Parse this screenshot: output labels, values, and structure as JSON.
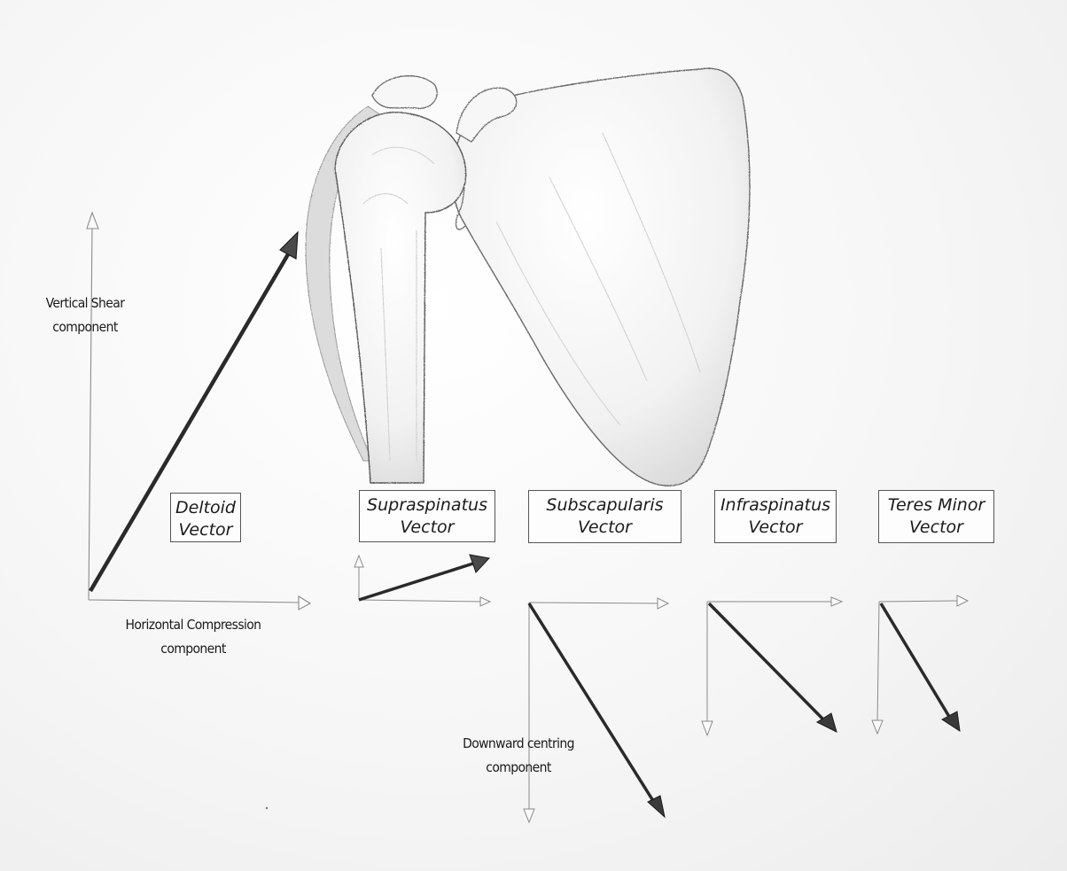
{
  "figure": {
    "vectors": [
      {
        "id": "deltoid",
        "line1": "Deltoid",
        "line2": "Vector"
      },
      {
        "id": "supraspinatus",
        "line1": "Supraspinatus",
        "line2": "Vector"
      },
      {
        "id": "subscapularis",
        "line1": "Subscapularis",
        "line2": "Vector"
      },
      {
        "id": "infraspinatus",
        "line1": "Infraspinatus",
        "line2": "Vector"
      },
      {
        "id": "teres-minor",
        "line1": "Teres Minor",
        "line2": "Vector"
      }
    ],
    "axis_labels": {
      "vertical_line1": "Vertical Shear",
      "vertical_line2": "component",
      "horizontal_line1": "Horizontal Compression",
      "horizontal_line2": "component",
      "downward_line1": "Downward centring",
      "downward_line2": "component"
    },
    "colors": {
      "paper": "#f4f4f4",
      "pencil": "#2a2a2a",
      "bone_shading": "#bdbdbd"
    }
  }
}
